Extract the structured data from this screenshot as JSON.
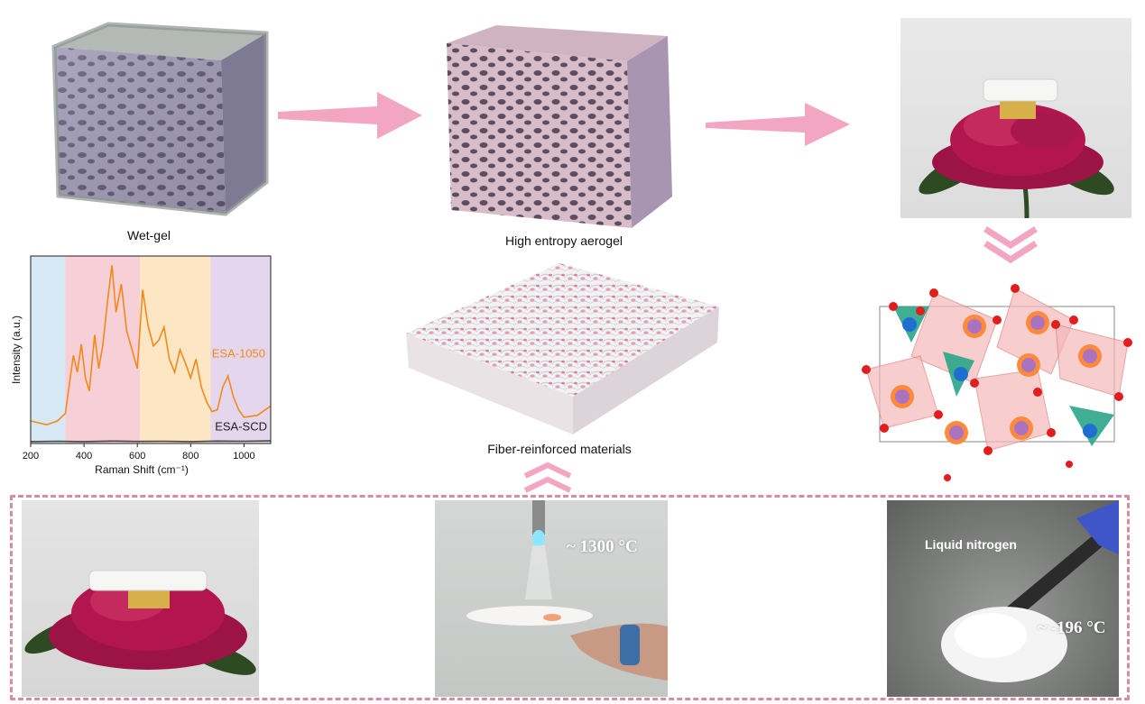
{
  "labels": {
    "wet_gel": "Wet-gel",
    "aerogel": "High entropy aerogel",
    "fiber": "Fiber-reinforced materials"
  },
  "photos": {
    "torch_temp": "~ 1300 °C",
    "liquid_nitrogen": "Liquid nitrogen",
    "cold_temp": "~ -196 °C"
  },
  "chart_data": {
    "type": "line",
    "xlabel": "Raman Shift (cm⁻¹)",
    "ylabel": "Intensity (a.u.)",
    "xlim": [
      200,
      1100
    ],
    "xticks": [
      200,
      400,
      600,
      800,
      1000
    ],
    "grid": false,
    "regions": [
      {
        "x0": 200,
        "x1": 330,
        "color": "#d6e8f4"
      },
      {
        "x0": 330,
        "x1": 610,
        "color": "#f7cfd6"
      },
      {
        "x0": 610,
        "x1": 875,
        "color": "#fce6c4"
      },
      {
        "x0": 875,
        "x1": 1100,
        "color": "#e4d6ec"
      }
    ],
    "series": [
      {
        "name": "ESA-1050",
        "color": "#f28a1a",
        "x": [
          200,
          260,
          300,
          330,
          360,
          375,
          390,
          405,
          420,
          440,
          455,
          470,
          490,
          505,
          520,
          540,
          560,
          580,
          600,
          620,
          640,
          660,
          680,
          700,
          720,
          740,
          760,
          780,
          800,
          820,
          840,
          860,
          880,
          900,
          920,
          940,
          960,
          980,
          1000,
          1050,
          1100
        ],
        "y": [
          0.12,
          0.1,
          0.12,
          0.16,
          0.47,
          0.38,
          0.53,
          0.35,
          0.28,
          0.58,
          0.4,
          0.52,
          0.78,
          0.95,
          0.7,
          0.85,
          0.6,
          0.5,
          0.4,
          0.82,
          0.63,
          0.52,
          0.55,
          0.62,
          0.45,
          0.38,
          0.5,
          0.43,
          0.35,
          0.45,
          0.3,
          0.22,
          0.17,
          0.18,
          0.3,
          0.36,
          0.25,
          0.18,
          0.14,
          0.15,
          0.2
        ]
      },
      {
        "name": "ESA-SCD",
        "color": "#444444",
        "x": [
          200,
          300,
          400,
          500,
          600,
          700,
          800,
          900,
          1000,
          1100
        ],
        "y": [
          0.01,
          0.012,
          0.01,
          0.013,
          0.011,
          0.012,
          0.01,
          0.013,
          0.012,
          0.014
        ]
      }
    ]
  },
  "colors": {
    "arrow_pink": "#f2a6c1",
    "dash_border": "#d98aa6",
    "flower_red": "#b3164e"
  }
}
